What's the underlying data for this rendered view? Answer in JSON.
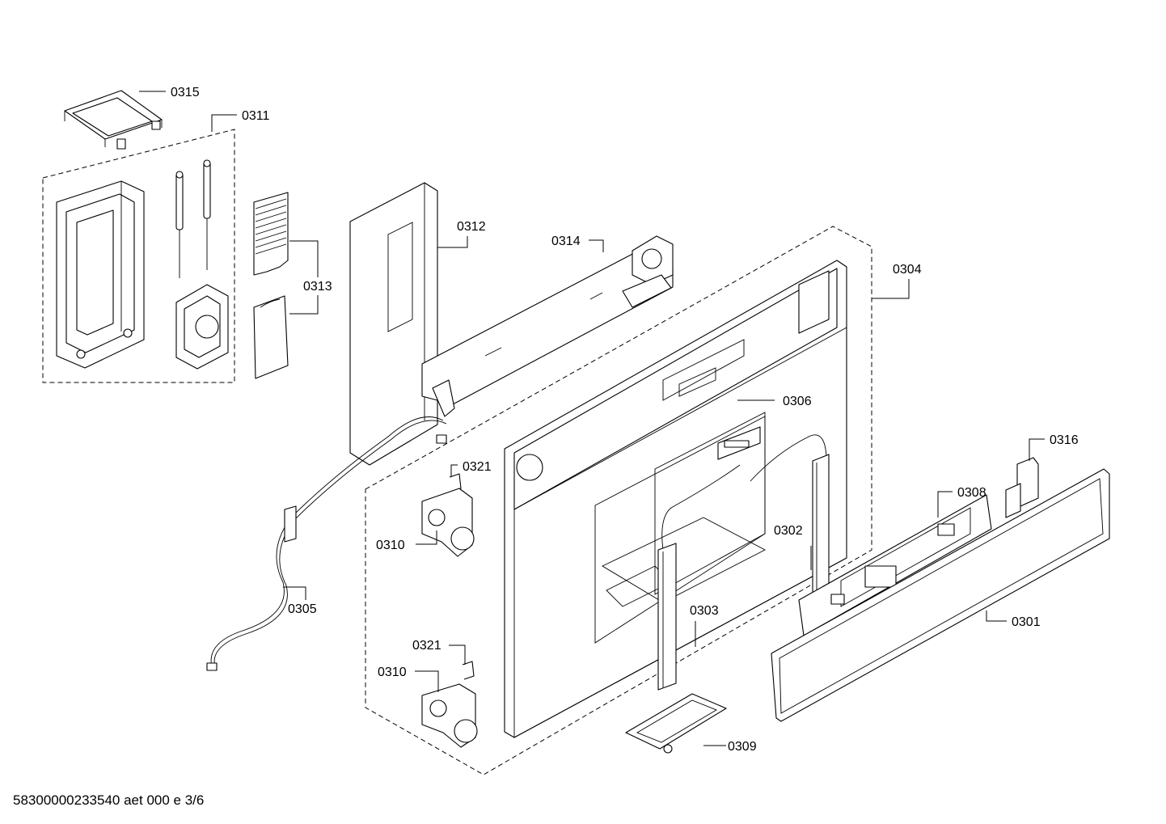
{
  "labels": {
    "p0301": "0301",
    "p0302": "0302",
    "p0303": "0303",
    "p0304": "0304",
    "p0305": "0305",
    "p0306": "0306",
    "p0308": "0308",
    "p0309": "0309",
    "p0310a": "0310",
    "p0310b": "0310",
    "p0311": "0311",
    "p0312": "0312",
    "p0313": "0313",
    "p0314": "0314",
    "p0315": "0315",
    "p0316": "0316",
    "p0321a": "0321",
    "p0321b": "0321"
  },
  "footer": {
    "document_id": "58300000233540 aet 000 e 3/6"
  }
}
